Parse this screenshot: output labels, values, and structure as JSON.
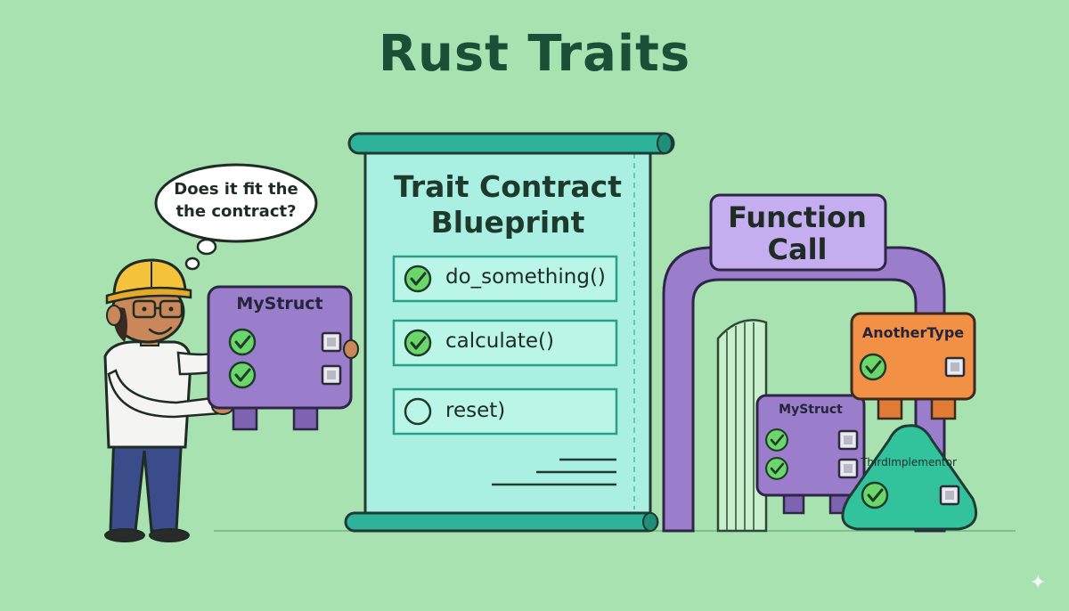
{
  "title": "Rust Traits",
  "speech_bubble": {
    "line1": "Does it fit the",
    "line2": "the contract?"
  },
  "worker_box": {
    "label": "MyStruct"
  },
  "blueprint": {
    "title_line1": "Trait Contract",
    "title_line2": "Blueprint",
    "methods": [
      {
        "name": "do_something()",
        "checked": true
      },
      {
        "name": "calculate()",
        "checked": true
      },
      {
        "name": "reset)",
        "checked": false
      }
    ]
  },
  "function_call": {
    "line1": "Function",
    "line2": "Call"
  },
  "implementors": [
    {
      "label": "AnotherType",
      "color": "#f29045"
    },
    {
      "label": "MyStruct",
      "color": "#9a7ecb"
    },
    {
      "label": "ThirdImplementor",
      "color": "#33c39c"
    }
  ],
  "colors": {
    "background": "#a8e2b0",
    "title": "#1c4f38",
    "blueprint_paper": "#a9f0e2",
    "scroll_rod": "#2db39a",
    "gate_purple": "#9a7ecb",
    "check_green": "#6bd76b"
  },
  "icons": [
    "check-circle-icon",
    "empty-circle-icon",
    "checkbox-icon",
    "sparkle-icon"
  ]
}
